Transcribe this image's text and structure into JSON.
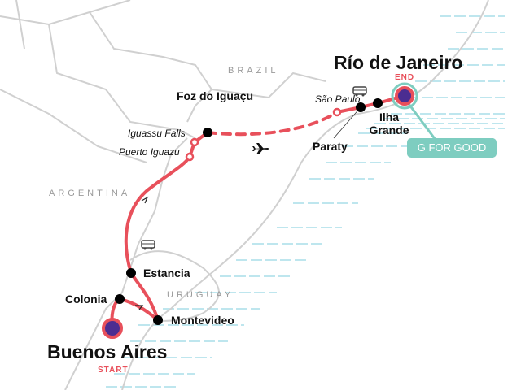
{
  "map": {
    "countries": [
      "BRAZIL",
      "ARGENTINA",
      "URUGUAY"
    ],
    "start": {
      "name": "Buenos Aires",
      "tag": "START"
    },
    "end": {
      "name": "Río de Janeiro",
      "tag": "END"
    },
    "stops": [
      "Colonia",
      "Montevideo",
      "Estancia",
      "Puerto Iguazu",
      "Iguassu Falls",
      "Foz do Iguaçu",
      "São Paulo",
      "Paraty",
      "Ilha Grande"
    ],
    "badge": "G FOR GOOD",
    "colors": {
      "route": "#e8505b",
      "endpoint": "#4b2d91",
      "badge": "#7ecdc0",
      "border": "#d0d0d0",
      "water": "#a9dde8"
    },
    "icons": [
      "bus-icon",
      "plane-icon",
      "arrow-icon"
    ]
  }
}
